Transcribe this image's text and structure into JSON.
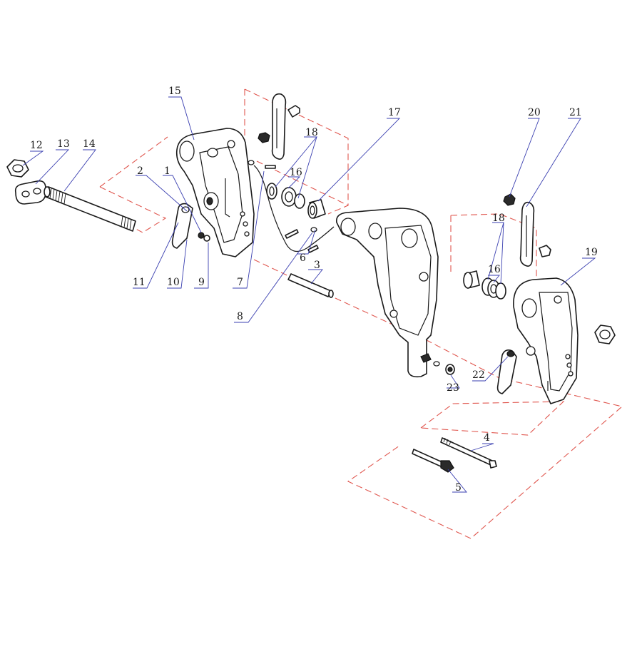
{
  "diagram": {
    "type": "exploded-parts-diagram",
    "colors": {
      "line": "#1a1a1a",
      "leader": "#3a3fb0",
      "assembly_dash": "#e0574f"
    },
    "callouts": {
      "c1": "1",
      "c2": "2",
      "c3": "3",
      "c4": "4",
      "c5": "5",
      "c6": "6",
      "c7": "7",
      "c8": "8",
      "c9": "9",
      "c10": "10",
      "c11": "11",
      "c12": "12",
      "c13": "13",
      "c14": "14",
      "c15": "15",
      "c16a": "16",
      "c16b": "16",
      "c17": "17",
      "c18a": "18",
      "c18b": "18",
      "c19": "19",
      "c20": "20",
      "c21": "21",
      "c22": "22",
      "c23": "23"
    }
  }
}
